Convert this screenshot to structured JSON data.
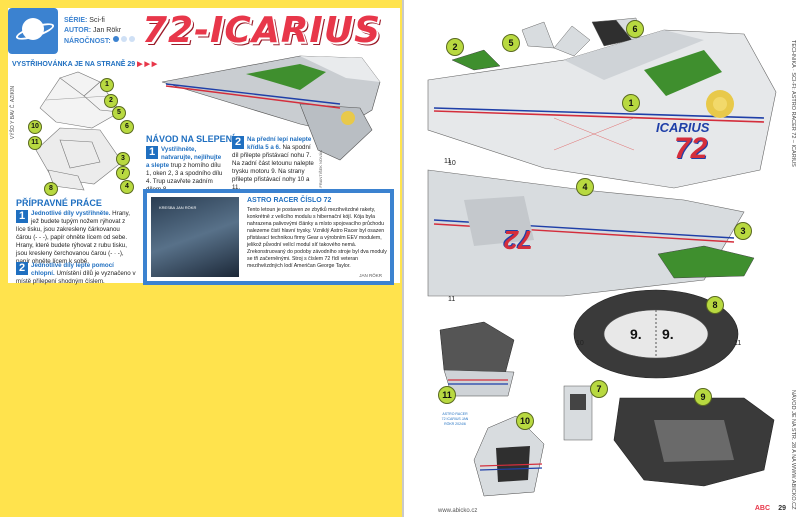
{
  "left": {
    "meta": {
      "series_label": "SÉRIE:",
      "series_value": "Sci-fi",
      "author_label": "AUTOR:",
      "author_value": "Jan Rökr",
      "difficulty_label": "NÁROČNOST:"
    },
    "title": "72-ICARIUS",
    "cutout_note": "VYSTŘIHOVÁNKA JE NA STRANĚ 29",
    "cutout_arrows": "▶ ▶ ▶",
    "side_credit": "VÝŠO Y BAV Č. AZIKIN",
    "assembly": {
      "heading": "NÁVOD NA SLEPENÍ",
      "step1_num": "1",
      "step1_highlight": "Vystřihněte, natvarujte, nejlíhujte a slepte",
      "step1_text": "trup z horního dílu 1, oken 2, 3 a spodního dílu 4. Trup uzavřete zadním dílem 8.",
      "step2_num": "2",
      "step2_highlight": "Na přední lepí nalepte křídla 5 a 6.",
      "step2_text": "Na spodní díl přilepte přistávací nohu 7. Na zadní část letounu nalepte trysku motoru 9. Na strany přilepte přistávací nohy 10 a 11."
    },
    "prep": {
      "heading": "PŘÍPRAVNÉ PRÁCE",
      "step1_num": "1",
      "step1_highlight": "Jednotlivé díly vystřihněte.",
      "step1_text": "Hrany, jež budete tupým nožem rýhovat z líce tisku, jsou zakresleny čárkovanou čárou (- - -), papír ohněte lícem od sebe. Hrany, které budete rýhovat z rubu tisku, jsou kresleny čerchovanou čarou (- · -), papír ohněte lícem k sobě.",
      "step2_num": "2",
      "step2_highlight": "Jednotlivé díly lepte pomocí chlopní.",
      "step2_text": "Umístění dílů je vyznačeno v místě přilepení shodným číslem."
    },
    "info": {
      "image_caption": "KRESBA JAN RÖKR",
      "title": "ASTRO RACER ČÍSLO 72",
      "text": "Tento letoun je postaven ze zbytků mezihvězdné rakety, konkrétně z velícího modulu s hibernační kójí. Kója byla nahrazena palivovými články a místo spojovacího průchodu nalezeme čistí hlavní trysky. Vzniklý Astro Racer byl osazen přistávací technikou firmy Gear a výrobním EEV modulem, jelikož původní velící modul síť takového nemá. Zrekonstruovaný do podoby závodního stroje byl dva moduly se tři začerněnými. Stroj s číslem 72 řídí veteran mezihvězdných lodí Američan George Taylor.",
      "author": "JAN RÖKR"
    },
    "vertical_credit": "FOTO HONDA NOVÁKA, ILUSTRACE FRANTIŠEK NOVÁK"
  },
  "right": {
    "side_text_top": "TECHNIKA · SCI-FI: ASTRO RACER 72 – ICARIUS",
    "side_text_bottom": "NÁVOD JE NA STR. 28 A NA WWW.ABICKO.CZ",
    "url": "www.abicko.cz",
    "logo": "ABC",
    "page": "29",
    "credit_box": "ASTRO RACER 72 ICARIUS JAN RÖKR 2024/6",
    "fuselage_text": "ICARIUS",
    "fuselage_number": "72",
    "nozzle_numbers": [
      "9.",
      "9."
    ],
    "part_labels": [
      "1",
      "2",
      "3",
      "4",
      "5",
      "6",
      "7",
      "8",
      "9",
      "10",
      "11"
    ],
    "small_labels": [
      "10",
      "11",
      "11",
      "10",
      "11",
      "10"
    ]
  },
  "colors": {
    "page_yellow": "#ffe34d",
    "accent_blue": "#1f6fc0",
    "title_red": "#e8374a",
    "part_green": "#b8d940",
    "hull_gray": "#cfd3d7",
    "wing_green": "#3f8f2e"
  }
}
